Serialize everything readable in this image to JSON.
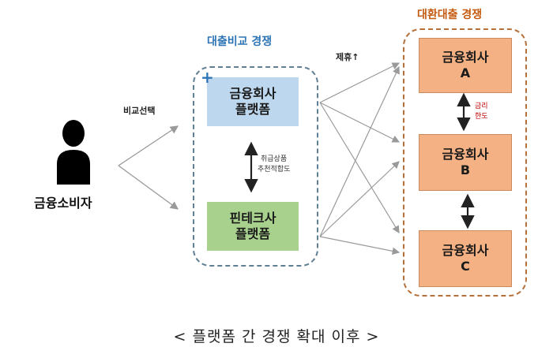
{
  "consumer": {
    "label": "금융소비자"
  },
  "compare_select": "비교선택",
  "comparison_group": {
    "title": "대출비교 경쟁",
    "color": "#2e75b6"
  },
  "platform_finance": {
    "line1": "금융회사",
    "line2": "플랫폼",
    "plus": "+",
    "fill": "#bdd7ee"
  },
  "mid_arrow_note": {
    "line1": "취급상품",
    "line2": "추천적합도"
  },
  "platform_fintech": {
    "line1": "핀테크사",
    "line2": "플랫폼",
    "fill": "#a9d18e"
  },
  "partner_note": "제휴↑",
  "refinance_group": {
    "title": "대환대출 경쟁",
    "color": "#c55a11"
  },
  "companies": [
    {
      "line1": "금융회사",
      "line2": "A"
    },
    {
      "line1": "금융회사",
      "line2": "B"
    },
    {
      "line1": "금융회사",
      "line2": "C"
    }
  ],
  "company_fill": "#f4b183",
  "rate_note": {
    "line1": "금리",
    "line2": "한도"
  },
  "caption": "< 플랫폼 간 경쟁 확대 이후 >"
}
